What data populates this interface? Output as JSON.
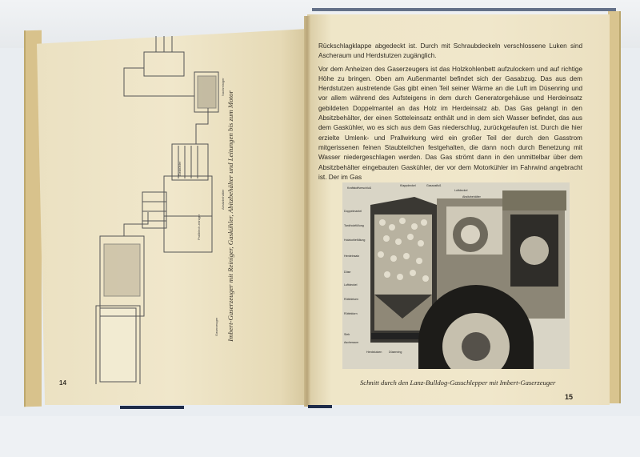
{
  "book": {
    "left_page": {
      "page_number": "14",
      "figure_caption": "Imbert-Gaserzeuger mit Reiniger, Gaskühler, Abitzbehälter und Leitungen bis zum Motor",
      "diagram_labels": {
        "gaserzeuger": "Gaserzeuger",
        "prallblechreiniger": "Prallblech-reiniger",
        "gaskuehler": "Gaskühler",
        "absitzbehaelter": "Absitzbehälter",
        "nachreiniger": "Nachreiniger"
      }
    },
    "right_page": {
      "page_number": "15",
      "paragraphs": [
        "Rückschlagklappe abgedeckt ist. Durch mit Schraubdeckeln verschlossene Luken sind Ascheraum und Herdstutzen zugänglich.",
        "Vor dem Anheizen des Gaserzeugers ist das Holzkohlenbett aufzulockern und auf richtige Höhe zu bringen. Oben am Außenmantel befindet sich der Gasabzug. Das aus dem Herdstutzen austretende Gas gibt einen Teil seiner Wärme an die Luft im Düsenring und vor allem während des Aufsteigens in dem durch Generatorgehäuse und Herdeinsatz gebildeten Doppelmantel an das Holz im Herdeinsatz ab. Das Gas gelangt in den Absitzbehälter, der einen Sotteleinsatz enthält und in dem sich Wasser befindet, das aus dem Gaskühler, wo es sich aus dem Gas niederschlug, zurückgelaufen ist. Durch die hier erzielte Umlenk- und Prallwirkung wird ein großer Teil der durch den Gasstrom mitgerissenen feinen Staubteilchen festgehalten, die dann noch durch Benetzung mit Wasser niedergeschlagen werden. Das Gas strömt dann in den unmittelbar über dem Absitzbehälter eingebauten Gaskühler, der vor dem Motorkühler im Fahrwind angebracht ist. Der im Gas"
      ],
      "figure_caption": "Schnitt durch den Lanz-Bulldog-Gasschlepper mit Imbert-Gaserzeuger",
      "figure_labels": {
        "l1": "Kraftstoffverschluß",
        "l2": "Klappdeckel",
        "l3": "Gasausfluß",
        "l4": "Luftdeckel",
        "l5": "Absitzbehälter",
        "l6": "Doppelmantel",
        "l7": "Tankholzfüllung",
        "l8": "Holzkohlefüllung",
        "l9": "Herdeinsatz",
        "l10": "Düse",
        "l11": "Luftdeckel",
        "l12": "Rütteleisen",
        "l13": "Rütteldorn",
        "l14": "Sieb",
        "l15": "Ascheraum",
        "l16": "Herdstutzen",
        "l17": "Düsenring"
      }
    }
  },
  "colors": {
    "paper": "#f0e7cb",
    "ink": "#2e2a22",
    "cover": "#d8c28c",
    "cover_blue": "#1e2c4a",
    "background": "#e9edf1"
  }
}
